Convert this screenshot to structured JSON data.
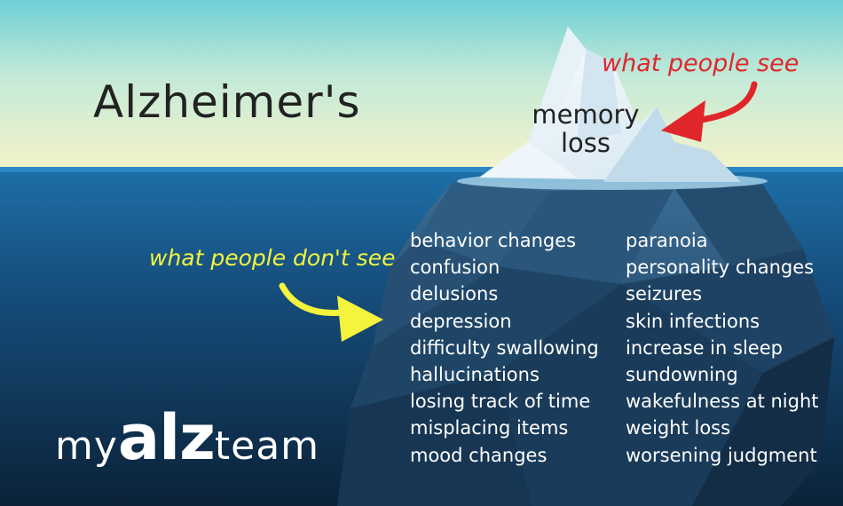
{
  "title": "Alzheimer's",
  "tip_label": "memory loss",
  "visible_label": "what people see",
  "hidden_label": "what people don't see",
  "symptoms_left": [
    "behavior changes",
    "confusion",
    "delusions",
    "depression",
    "difficulty swallowing",
    "hallucinations",
    "losing track of time",
    "misplacing items",
    "mood changes"
  ],
  "symptoms_right": [
    "paranoia",
    "personality changes",
    "seizures",
    "skin infections",
    "increase in sleep",
    "sundowning",
    "wakefulness at night",
    "weight loss",
    "worsening judgment"
  ],
  "logo": {
    "prefix": "my",
    "brand": "alz",
    "suffix": "team"
  },
  "colors": {
    "sky_top": "#6fcfd6",
    "sky_bottom": "#f5f3c8",
    "water_top": "#1d6fa8",
    "water_bottom": "#0b2238",
    "see_arrow": "#e0262a",
    "nosee_arrow": "#f4f43c"
  }
}
